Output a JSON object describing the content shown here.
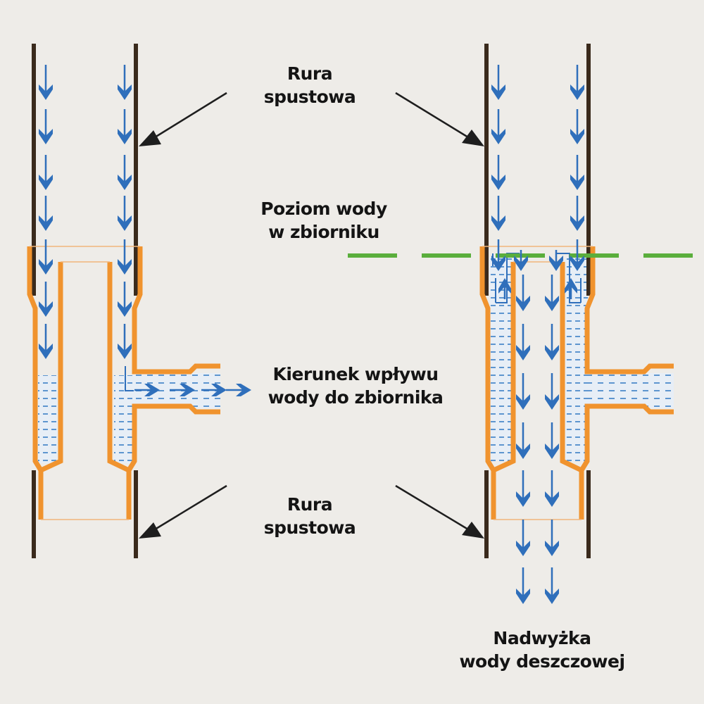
{
  "diagram": {
    "title": "Rain water diverter — downpipe filling tank vs. tank full (overflow)",
    "colors": {
      "background": "#eeece8",
      "downpipe": "#3a2a1c",
      "fitting": "#f0932e",
      "water_arrow": "#2f6fbb",
      "water_level_line": "#5aae3c",
      "pointer_arrow": "#1e1e1e",
      "label_text": "#141414"
    },
    "labels": {
      "downpipe_top": [
        "Rura",
        "spustowa"
      ],
      "water_level": [
        "Poziom wody",
        "w zbiorniku"
      ],
      "inflow_direction": [
        "Kierunek wpływu",
        "wody do zbiornika"
      ],
      "downpipe_bottom": [
        "Rura",
        "spustowa"
      ],
      "overflow": [
        "Nadwyżka",
        "wody deszczowej"
      ]
    },
    "panels": [
      {
        "name": "left",
        "state": "filling tank",
        "flow": "water diverted sideways into tank"
      },
      {
        "name": "right",
        "state": "tank full",
        "flow": "excess water continues down the downpipe"
      }
    ]
  }
}
